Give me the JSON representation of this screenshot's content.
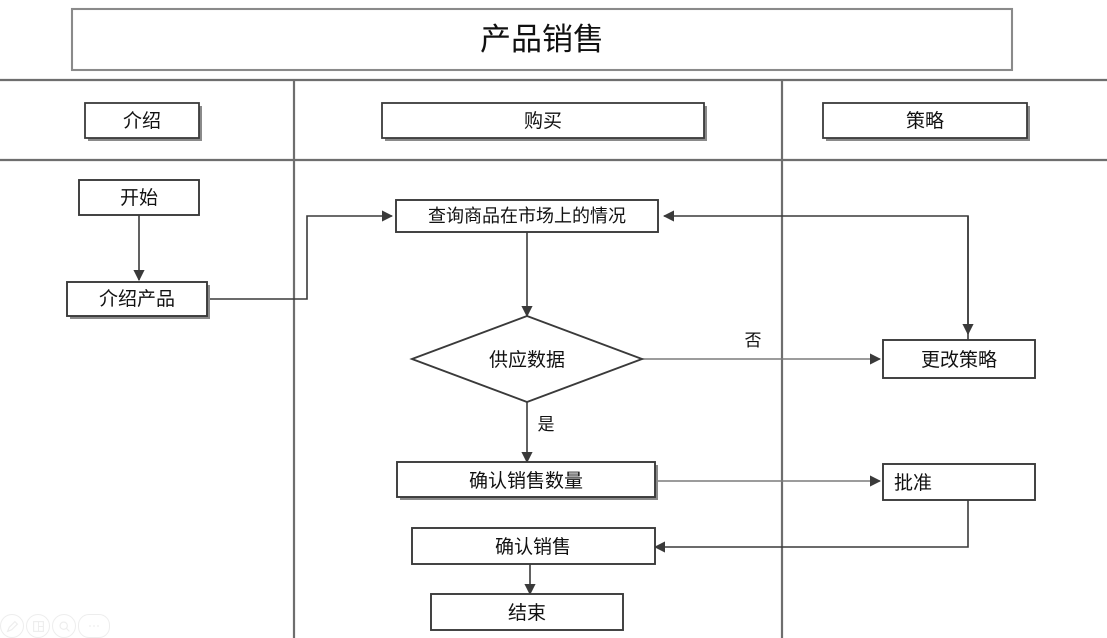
{
  "title": {
    "text": "产品销售"
  },
  "lanes": [
    {
      "id": "lane-intro",
      "label": "介绍"
    },
    {
      "id": "lane-purchase",
      "label": "购买"
    },
    {
      "id": "lane-strategy",
      "label": "策略"
    }
  ],
  "nodes": {
    "start": {
      "label": "开始",
      "shape": "rect",
      "lane": "介绍"
    },
    "introduce": {
      "label": "介绍产品",
      "shape": "rect",
      "lane": "介绍"
    },
    "query_market": {
      "label": "查询商品在市场上的情况",
      "shape": "rect",
      "lane": "购买"
    },
    "supply_data": {
      "label": "供应数据",
      "shape": "diamond",
      "lane": "购买"
    },
    "confirm_qty": {
      "label": "确认销售数量",
      "shape": "rect",
      "lane": "购买"
    },
    "confirm_sale": {
      "label": "确认销售",
      "shape": "rect",
      "lane": "购买"
    },
    "end": {
      "label": "结束",
      "shape": "rect",
      "lane": "购买"
    },
    "change_policy": {
      "label": "更改策略",
      "shape": "rect",
      "lane": "策略"
    },
    "approve": {
      "label": "批准",
      "shape": "rect",
      "lane": "策略"
    }
  },
  "edge_labels": {
    "no": "否",
    "yes": "是"
  },
  "colors": {
    "background": "#ffffff",
    "node_stroke": "#3a3a3a",
    "lane_stroke": "#6e6e6e",
    "flow_stroke": "#3a3a3a",
    "flow_stroke_gray": "#7b7b7b",
    "text": "#111111"
  },
  "toolbar": {
    "icons": [
      "pencil-icon",
      "layout-icon",
      "search-icon",
      "more-icon"
    ]
  }
}
